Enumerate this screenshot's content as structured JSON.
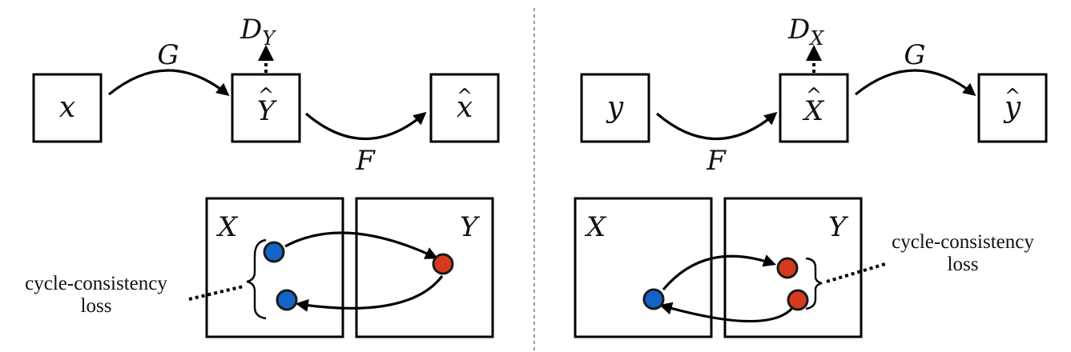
{
  "left_panel": {
    "nodes": {
      "x": "x",
      "y_hat": "Y",
      "x_hat": "x"
    },
    "arrow_labels": {
      "g": "G",
      "f": "F"
    },
    "discriminator": {
      "base": "D",
      "sub": "Y"
    },
    "domains": {
      "x": "X",
      "y": "Y"
    },
    "loss_label": {
      "line1": "cycle-consistency",
      "line2": "loss"
    }
  },
  "right_panel": {
    "nodes": {
      "y": "y",
      "x_hat": "X",
      "y_hat": "y"
    },
    "arrow_labels": {
      "f": "F",
      "g": "G"
    },
    "discriminator": {
      "base": "D",
      "sub": "X"
    },
    "domains": {
      "x": "X",
      "y": "Y"
    },
    "loss_label": {
      "line1": "cycle-consistency",
      "line2": "loss"
    }
  },
  "colors": {
    "domain_x_point": "#1464c8",
    "domain_y_point": "#d63a1e"
  }
}
